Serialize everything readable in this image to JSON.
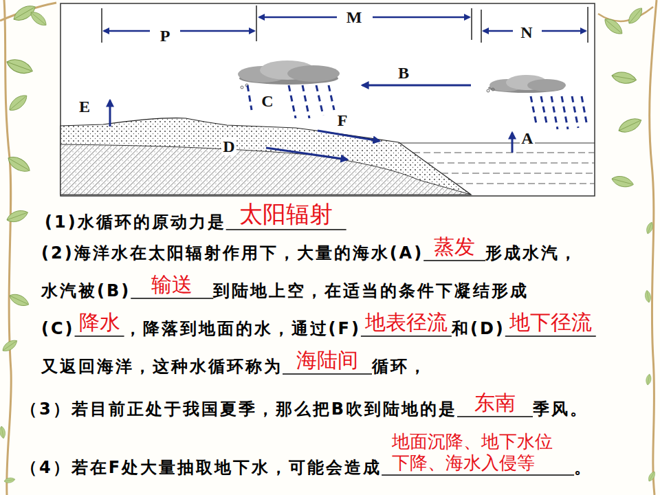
{
  "diagram": {
    "labels": [
      "P",
      "M",
      "N",
      "B",
      "C",
      "E",
      "F",
      "D",
      "A",
      "(1)水循环的原动力是",
      "太阳辐射",
      "(2)海洋水在太阳辐射作用下，大量的海水(A)",
      "蒸发",
      "形成水汽，",
      "水汽被(B)",
      "输送",
      "到陆地上空，在适当的条件下凝结形成",
      "(C)",
      "降水",
      "，降落到地面的水，通过(F)",
      "地表径流",
      "和(D)",
      "地下径流",
      "又返回海洋，这种水循环称为",
      "海陆间",
      "循环，",
      "（3）若目前正处于我国夏季，那么把B吹到陆地的是",
      "东南",
      "季风。",
      "（4）若在F处大量抽取地下水，可能会造成",
      "地面沉降、地下水位 下降、海水入侵等",
      "。"
    ]
  }
}
